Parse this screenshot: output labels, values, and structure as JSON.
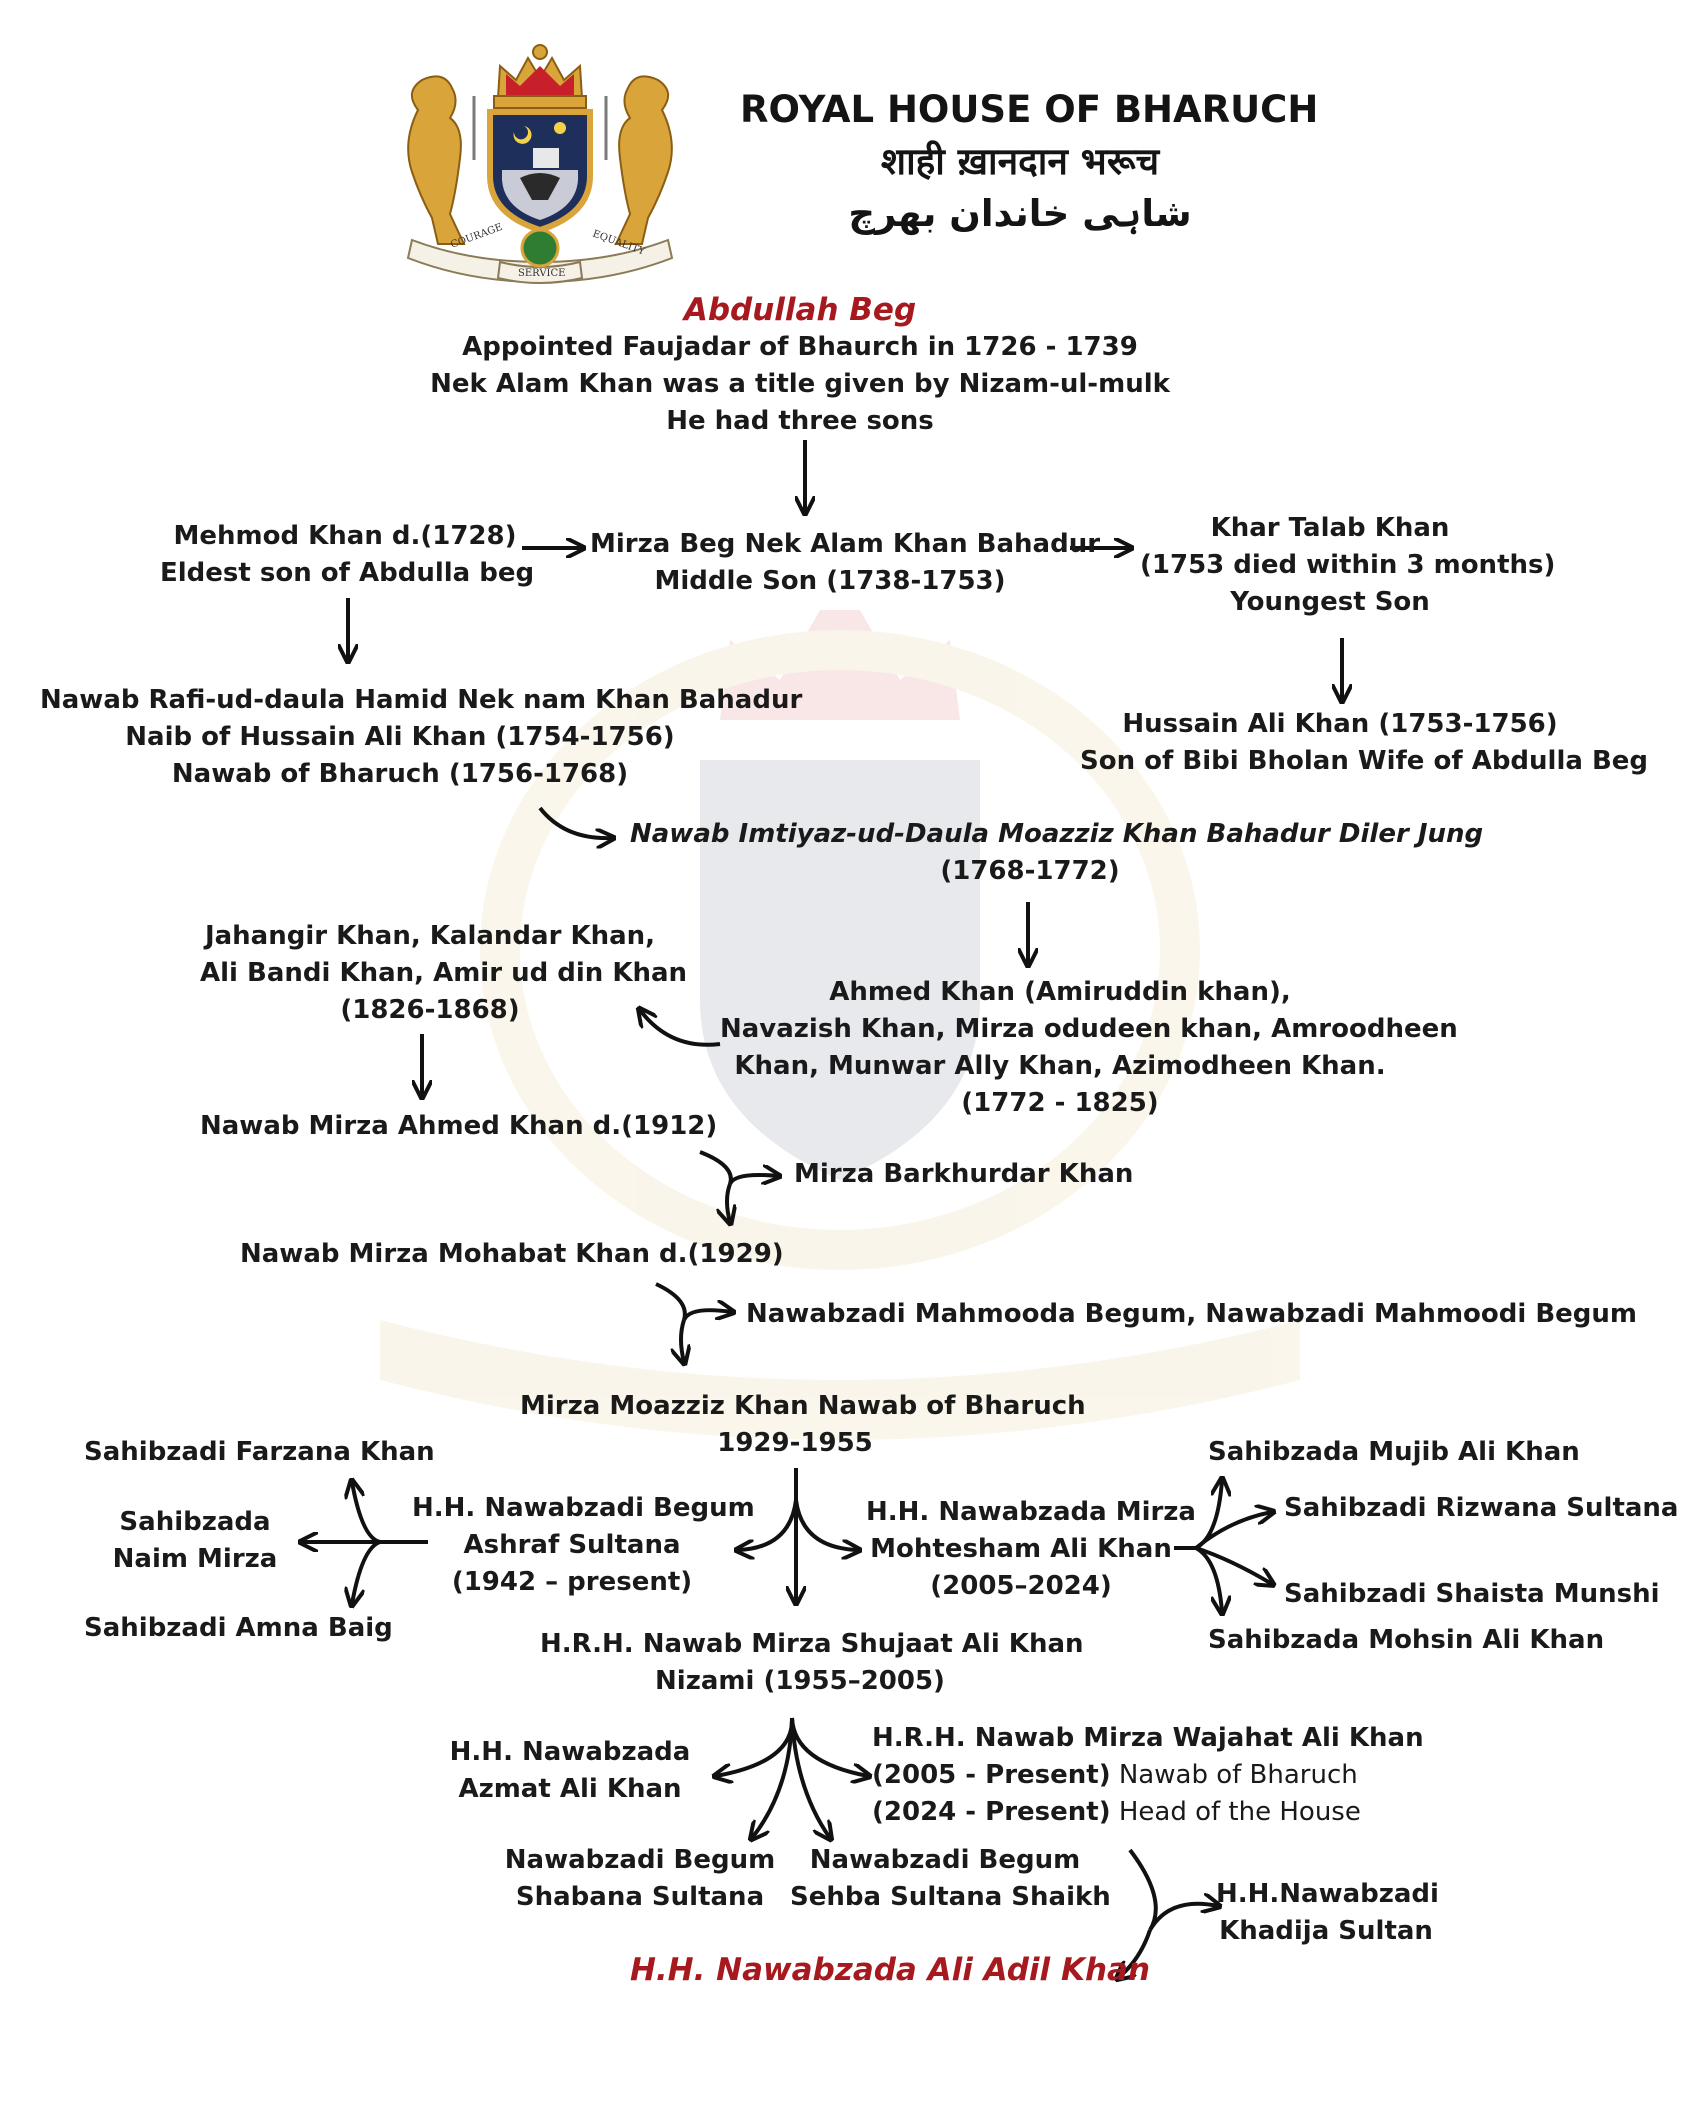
{
  "header": {
    "title_en": "ROYAL HOUSE OF BHARUCH",
    "title_hi": "शाही ख़ानदान भरूच",
    "title_ur": "شاہی خاندان بھرچ"
  },
  "crest": {
    "motto_left": "COURAGE",
    "motto_right": "EQUALITY",
    "motto_bottom": "SERVICE",
    "colors": {
      "gold": "#d9a53a",
      "red": "#c8202a",
      "navy": "#1f2f5c",
      "green": "#2f7d32"
    }
  },
  "colors": {
    "accent_red": "#a6191e",
    "text": "#1a1a1a",
    "arrow": "#111111"
  },
  "nodes": {
    "abdullah": {
      "name": "Abdullah Beg",
      "l1": "Appointed Faujadar of Bhaurch in 1726 - 1739",
      "l2": "Nek Alam Khan was a title given by Nizam-ul-mulk",
      "l3": "He had three sons"
    },
    "mehmod": {
      "l1": "Mehmod Khan d.(1728)",
      "l2": "Eldest son of Abdulla beg"
    },
    "mirza_beg": {
      "l1": "Mirza Beg Nek Alam Khan Bahadur",
      "l2": "Middle Son (1738-1753)"
    },
    "khar_talab": {
      "l1": "Khar Talab Khan",
      "l2": "(1753 died within 3 months)",
      "l3": "Youngest Son"
    },
    "rafi": {
      "l1": "Nawab Rafi-ud-daula Hamid Nek nam Khan Bahadur",
      "l2": "Naib of Hussain Ali Khan (1754-1756)",
      "l3": "Nawab of Bharuch (1756-1768)"
    },
    "hussain": {
      "l1": "Hussain Ali Khan (1753-1756)",
      "l2": "Son of Bibi Bholan Wife of Abdulla Beg"
    },
    "imtiyaz": {
      "l1": "Nawab Imtiyaz-ud-Daula Moazziz Khan Bahadur Diler Jung",
      "l2": "(1768-1772)"
    },
    "jahangir": {
      "l1": "Jahangir Khan, Kalandar Khan,",
      "l2": "Ali Bandi Khan, Amir ud din Khan",
      "l3": "(1826-1868)"
    },
    "ahmed": {
      "l1": "Ahmed Khan (Amiruddin khan),",
      "l2": "Navazish Khan,  Mirza odudeen khan, Amroodheen",
      "l3": "Khan, Munwar Ally Khan, Azimodheen Khan.",
      "l4": "(1772 - 1825)"
    },
    "mirza_ahmed": {
      "l1": "Nawab Mirza Ahmed Khan d.(1912)"
    },
    "barkhurdar": {
      "l1": "Mirza Barkhurdar Khan"
    },
    "mohabat": {
      "l1": "Nawab Mirza Mohabat Khan d.(1929)"
    },
    "mahmooda": {
      "l1": "Nawabzadi Mahmooda Begum, Nawabzadi Mahmoodi Begum"
    },
    "moazziz": {
      "l1": "Mirza Moazziz Khan Nawab of Bharuch",
      "l2": "1929-1955"
    },
    "farzana": {
      "l1": "Sahibzadi Farzana Khan"
    },
    "naim": {
      "l1": "Sahibzada",
      "l2": "Naim Mirza"
    },
    "amna": {
      "l1": "Sahibzadi Amna Baig"
    },
    "ashraf": {
      "l1": "H.H. Nawabzadi Begum",
      "l2": "Ashraf Sultana",
      "l3": "(1942 – present)"
    },
    "mohtesham": {
      "l1": "H.H. Nawabzada Mirza",
      "l2": "Mohtesham Ali Khan",
      "l3": "(2005–2024)"
    },
    "mujib": {
      "l1": "Sahibzada Mujib Ali Khan"
    },
    "rizwana": {
      "l1": "Sahibzadi Rizwana Sultana"
    },
    "shaista": {
      "l1": "Sahibzadi Shaista Munshi"
    },
    "mohsin": {
      "l1": "Sahibzada Mohsin Ali Khan"
    },
    "shujaat": {
      "l1": "H.R.H. Nawab Mirza Shujaat Ali Khan",
      "l2": "Nizami (1955–2005)"
    },
    "azmat": {
      "l1": "H.H. Nawabzada",
      "l2": "Azmat Ali Khan"
    },
    "wajahat": {
      "l1": "H.R.H. Nawab Mirza Wajahat Ali Khan",
      "l2a": "(2005 - Present)",
      "l2b": " Nawab of Bharuch",
      "l3a": "(2024 - Present)",
      "l3b": " Head of the House"
    },
    "shabana": {
      "l1": "Nawabzadi Begum",
      "l2": "Shabana Sultana"
    },
    "sehba": {
      "l1": "Nawabzadi Begum",
      "l2": "Sehba Sultana Shaikh"
    },
    "khadija": {
      "l1": "H.H.Nawabzadi",
      "l2": "Khadija Sultan"
    },
    "adil": {
      "name": "H.H. Nawabzada Ali Adil Khan"
    }
  }
}
